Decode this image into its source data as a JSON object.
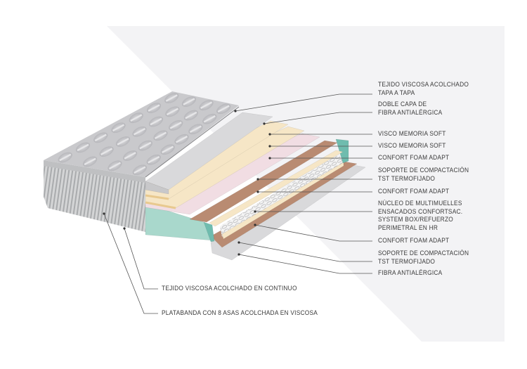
{
  "diagram": {
    "colors": {
      "panel": "#f3f3f5",
      "quilt_top": "#c9c9cc",
      "quilt_light": "#e6e6e8",
      "side_band": "#cfd0d1",
      "gray_layer": "#d9d9db",
      "visco_yellow": "#f6e6c6",
      "visco_edge": "#e8c98f",
      "pink_layer": "#f1dde3",
      "brown_layer": "#b98b72",
      "teal_frame": "#a9d8cc",
      "teal_edge": "#6fbcae",
      "springs": "#eeeeee",
      "leader": "#555555"
    },
    "labels": [
      {
        "id": "tejido-tapa",
        "lines": [
          "TEJIDO VISCOSA ACOLCHADO",
          "TAPA A TAPA"
        ]
      },
      {
        "id": "doble-capa",
        "lines": [
          "DOBLE CAPA DE",
          "FIBRA ANTIALÉRGICA"
        ]
      },
      {
        "id": "visco-1",
        "lines": [
          "VISCO MEMORIA SOFT"
        ]
      },
      {
        "id": "visco-2",
        "lines": [
          "VISCO MEMORIA SOFT"
        ]
      },
      {
        "id": "confort-1",
        "lines": [
          "CONFORT FOAM ADAPT"
        ]
      },
      {
        "id": "soporte-1",
        "lines": [
          "SOPORTE DE COMPACTACIÓN",
          "TST TERMOFIJADO"
        ]
      },
      {
        "id": "confort-2",
        "lines": [
          "CONFORT FOAM ADAPT"
        ]
      },
      {
        "id": "nucleo",
        "lines": [
          "NÚCLEO DE MULTIMUELLES",
          "ENSACADOS CONFORTSAC.",
          "SYSTEM BOX/REFUERZO",
          "PERIMETRAL EN HR"
        ]
      },
      {
        "id": "confort-3",
        "lines": [
          "CONFORT FOAM ADAPT"
        ]
      },
      {
        "id": "soporte-2",
        "lines": [
          "SOPORTE DE COMPACTACIÓN",
          "TST TERMOFIJADO"
        ]
      },
      {
        "id": "fibra",
        "lines": [
          "FIBRA ANTIALÉRGICA"
        ]
      },
      {
        "id": "tejido-continuo",
        "lines": [
          "TEJIDO VISCOSA ACOLCHADO EN CONTINUO"
        ]
      },
      {
        "id": "platabanda",
        "lines": [
          "PLATABANDA CON 8 ASAS ACOLCHADA EN VISCOSA"
        ]
      }
    ]
  }
}
